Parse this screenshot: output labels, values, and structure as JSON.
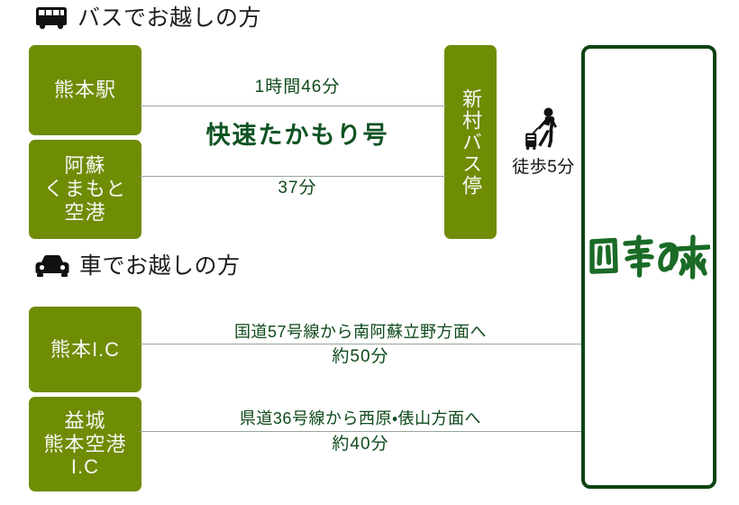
{
  "sections": {
    "bus": {
      "icon": "bus-icon",
      "heading": "バスでお越しの方",
      "nodes": [
        {
          "id": "kumamoto-station",
          "label": "熊本駅"
        },
        {
          "id": "aso-kumamoto-airport",
          "label": "阿蘇\nくまもと\n空港"
        },
        {
          "id": "shinmura-bus-stop",
          "label": "新村バス停"
        }
      ],
      "routes": [
        {
          "from": "熊本駅",
          "to": "新村バス停",
          "duration": "1時間46分"
        },
        {
          "from": "阿蘇くまもと空港",
          "to": "新村バス停",
          "duration": "37分"
        }
      ],
      "service_name": "快速たかもり号",
      "transfer": {
        "icon": "walking-traveler-icon",
        "label": "徒歩5分"
      }
    },
    "car": {
      "icon": "car-icon",
      "heading": "車でお越しの方",
      "nodes": [
        {
          "id": "kumamoto-ic",
          "label": "熊本I.C"
        },
        {
          "id": "mashiki-kumamoto-airport-ic",
          "label": "益城\n熊本空港\nI.C"
        }
      ],
      "routes": [
        {
          "road": "国道57号線から南阿蘇立野方面へ",
          "duration": "約50分"
        },
        {
          "road": "県道36号線から西原・俵山方面へ",
          "duration": "約40分"
        }
      ]
    }
  },
  "destination": {
    "logo_name": "shiki-no-mori-logo",
    "logo_text": "四季の森"
  },
  "colors": {
    "node_fill": "#6f8c05",
    "node_text": "#f7f7f2",
    "route_text": "#0f4a1b",
    "service_name": "#0f5323",
    "panel_border": "#0c4413",
    "connector": "#9aa59a",
    "heading_text": "#1d1d1d",
    "background": "#ffffff"
  }
}
